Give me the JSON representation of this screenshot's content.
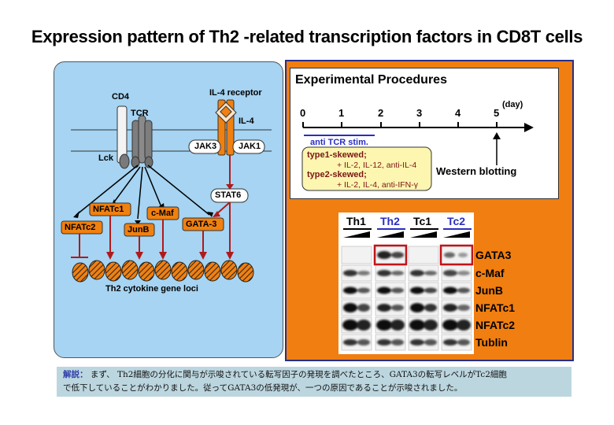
{
  "title": "Expression pattern of Th2 -related transcription factors in CD8T cells",
  "pathway": {
    "cd4": "CD4",
    "tcr": "TCR",
    "lck": "Lck",
    "il4_receptor": "IL-4 receptor",
    "il4": "IL-4",
    "jak3": "JAK3",
    "jak1": "JAK1",
    "stat6": "STAT6",
    "nfatc1": "NFATc1",
    "nfatc2": "NFATc2",
    "cmaf": "c-Maf",
    "junb": "JunB",
    "gata3": "GATA-3",
    "gene_loci": "Th2 cytokine gene loci"
  },
  "procedures": {
    "title": "Experimental  Procedures",
    "ticks": [
      "0",
      "1",
      "2",
      "3",
      "4",
      "5"
    ],
    "unit": "(day)",
    "stim": "anti TCR stim.",
    "type1_label": "type1-skewed;",
    "type1_detail": "+ IL-2, IL-12, anti-IL-4",
    "type2_label": "type2-skewed;",
    "type2_detail": "+ IL-2, IL-4, anti-IFN-γ",
    "western": "Western blotting"
  },
  "blot": {
    "lanes": [
      {
        "label": "Th1",
        "color": "#000000"
      },
      {
        "label": "Th2",
        "color": "#2a2ec0"
      },
      {
        "label": "Tc1",
        "color": "#000000"
      },
      {
        "label": "Tc2",
        "color": "#2a2ec0"
      }
    ],
    "proteins": [
      "GATA3",
      "c-Maf",
      "JunB",
      "NFATc1",
      "NFATc2",
      "Tublin"
    ],
    "highlight_color": "#c0141a"
  },
  "note": {
    "lead": "解説：",
    "line1": " まず、 Th2細胞の分化に関与が示唆されている転写因子の発現を調べたところ、GATA3の転写レベルがTc2細胞",
    "line2": "で低下していることがわかりました。従ってGATA3の低発現が、一つの原因であることが示唆されました。"
  }
}
